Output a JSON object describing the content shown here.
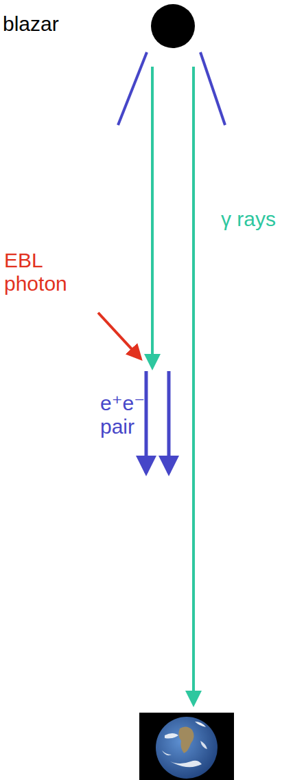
{
  "diagram": {
    "labels": [
      "blazar",
      "EBL photon",
      "γ rays",
      "e⁺e⁻ pair"
    ]
  }
}
